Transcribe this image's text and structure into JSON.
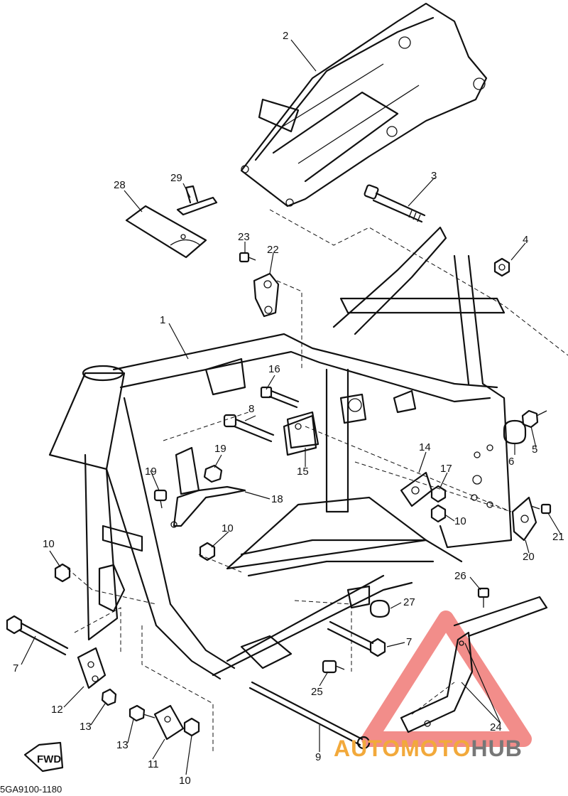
{
  "diagram_code": "5GA9100-1180",
  "fwd_label": "FWD",
  "watermark": {
    "part1": "AUTOMOTO",
    "part2": "HUB",
    "accent_color": "#e8302a"
  },
  "callouts": [
    {
      "id": "c1",
      "text": "1"
    },
    {
      "id": "c2",
      "text": "2"
    },
    {
      "id": "c3",
      "text": "3"
    },
    {
      "id": "c4",
      "text": "4"
    },
    {
      "id": "c5",
      "text": "5"
    },
    {
      "id": "c6",
      "text": "6"
    },
    {
      "id": "c7a",
      "text": "7"
    },
    {
      "id": "c7b",
      "text": "7"
    },
    {
      "id": "c8",
      "text": "8"
    },
    {
      "id": "c9",
      "text": "9"
    },
    {
      "id": "c10a",
      "text": "10"
    },
    {
      "id": "c10b",
      "text": "10"
    },
    {
      "id": "c10c",
      "text": "10"
    },
    {
      "id": "c10d",
      "text": "10"
    },
    {
      "id": "c11",
      "text": "11"
    },
    {
      "id": "c12",
      "text": "12"
    },
    {
      "id": "c13a",
      "text": "13"
    },
    {
      "id": "c13b",
      "text": "13"
    },
    {
      "id": "c14",
      "text": "14"
    },
    {
      "id": "c15",
      "text": "15"
    },
    {
      "id": "c16",
      "text": "16"
    },
    {
      "id": "c17",
      "text": "17"
    },
    {
      "id": "c18",
      "text": "18"
    },
    {
      "id": "c19a",
      "text": "19"
    },
    {
      "id": "c19b",
      "text": "19"
    },
    {
      "id": "c20",
      "text": "20"
    },
    {
      "id": "c21",
      "text": "21"
    },
    {
      "id": "c22",
      "text": "22"
    },
    {
      "id": "c23",
      "text": "23"
    },
    {
      "id": "c24",
      "text": "24"
    },
    {
      "id": "c25",
      "text": "25"
    },
    {
      "id": "c26",
      "text": "26"
    },
    {
      "id": "c27",
      "text": "27"
    },
    {
      "id": "c28",
      "text": "28"
    },
    {
      "id": "c29",
      "text": "29"
    }
  ]
}
